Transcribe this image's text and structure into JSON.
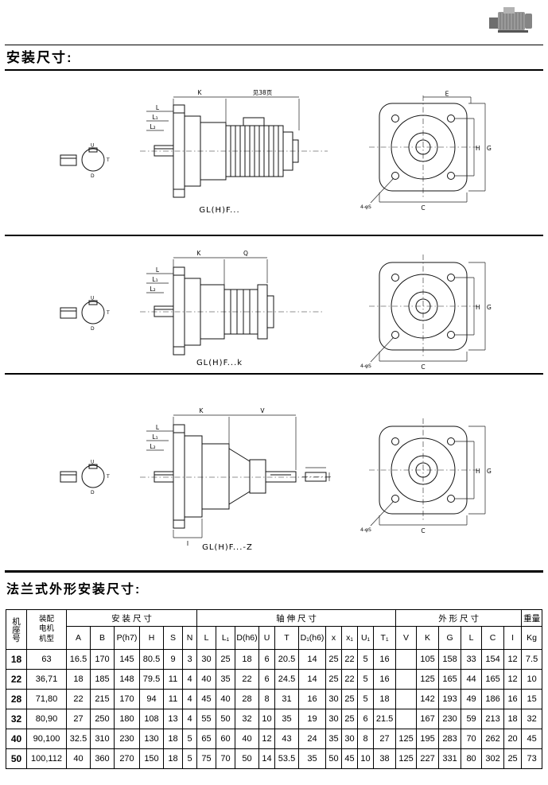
{
  "titles": {
    "install": "安装尺寸:",
    "flange_table": "法兰式外形安装尺寸:"
  },
  "drawing1": {
    "caption": "GL(H)F...",
    "note": "见38页",
    "dim_k": "K",
    "dim_l": "L",
    "dim_l1": "L₁",
    "dim_l2": "L₂",
    "shaft": {
      "d": "D",
      "u": "U",
      "t": "T"
    },
    "flange": {
      "e": "E",
      "h": "H",
      "g": "G",
      "c": "C",
      "holes": "4-φS"
    }
  },
  "drawing2": {
    "caption": "GL(H)F...k",
    "dim_k": "K",
    "dim_q": "Q",
    "dim_l": "L",
    "dim_l1": "L₁",
    "dim_l2": "L₂",
    "shaft": {
      "d": "D",
      "u": "U",
      "t": "T"
    },
    "flange": {
      "h": "H",
      "g": "G",
      "c": "C",
      "holes": "4-φS"
    }
  },
  "drawing3": {
    "caption": "GL(H)F...-Z",
    "dim_k": "K",
    "dim_v": "V",
    "dim_i": "I",
    "dim_l": "L",
    "dim_l1": "L₁",
    "dim_l2": "L₂",
    "shaft": {
      "d": "D",
      "u": "U",
      "t": "T"
    },
    "flange": {
      "h": "H",
      "g": "G",
      "c": "C",
      "holes": "4-φS"
    }
  },
  "table": {
    "frame_header": "机座号",
    "motor_header": "装配电机机型",
    "groups": {
      "install": "安 装 尺 寸",
      "shaft": "轴 伸 尺 寸",
      "outline": "外 形 尺 寸",
      "weight": "重量"
    },
    "weight_unit": "Kg",
    "columns": [
      "A",
      "B",
      "P(h7)",
      "H",
      "S",
      "N",
      "L",
      "L₁",
      "D(h6)",
      "U",
      "T",
      "D₁(h6)",
      "x",
      "x₁",
      "U₁",
      "T₁",
      "V",
      "K",
      "G",
      "L",
      "C",
      "I"
    ],
    "rows": [
      [
        "18",
        "63",
        "16.5",
        "170",
        "145",
        "80.5",
        "9",
        "3",
        "30",
        "25",
        "18",
        "6",
        "20.5",
        "14",
        "25",
        "22",
        "5",
        "16",
        "",
        "105",
        "158",
        "33",
        "154",
        "12",
        "7.5"
      ],
      [
        "22",
        "36,71",
        "18",
        "185",
        "148",
        "79.5",
        "11",
        "4",
        "40",
        "35",
        "22",
        "6",
        "24.5",
        "14",
        "25",
        "22",
        "5",
        "16",
        "",
        "125",
        "165",
        "44",
        "165",
        "12",
        "10"
      ],
      [
        "28",
        "71,80",
        "22",
        "215",
        "170",
        "94",
        "11",
        "4",
        "45",
        "40",
        "28",
        "8",
        "31",
        "16",
        "30",
        "25",
        "5",
        "18",
        "",
        "142",
        "193",
        "49",
        "186",
        "16",
        "15"
      ],
      [
        "32",
        "80,90",
        "27",
        "250",
        "180",
        "108",
        "13",
        "4",
        "55",
        "50",
        "32",
        "10",
        "35",
        "19",
        "30",
        "25",
        "6",
        "21.5",
        "",
        "167",
        "230",
        "59",
        "213",
        "18",
        "32"
      ],
      [
        "40",
        "90,100",
        "32.5",
        "310",
        "230",
        "130",
        "18",
        "5",
        "65",
        "60",
        "40",
        "12",
        "43",
        "24",
        "35",
        "30",
        "8",
        "27",
        "125",
        "195",
        "283",
        "70",
        "262",
        "20",
        "45"
      ],
      [
        "50",
        "100,112",
        "40",
        "360",
        "270",
        "150",
        "18",
        "5",
        "75",
        "70",
        "50",
        "14",
        "53.5",
        "35",
        "50",
        "45",
        "10",
        "38",
        "125",
        "227",
        "331",
        "80",
        "302",
        "25",
        "73"
      ]
    ]
  }
}
